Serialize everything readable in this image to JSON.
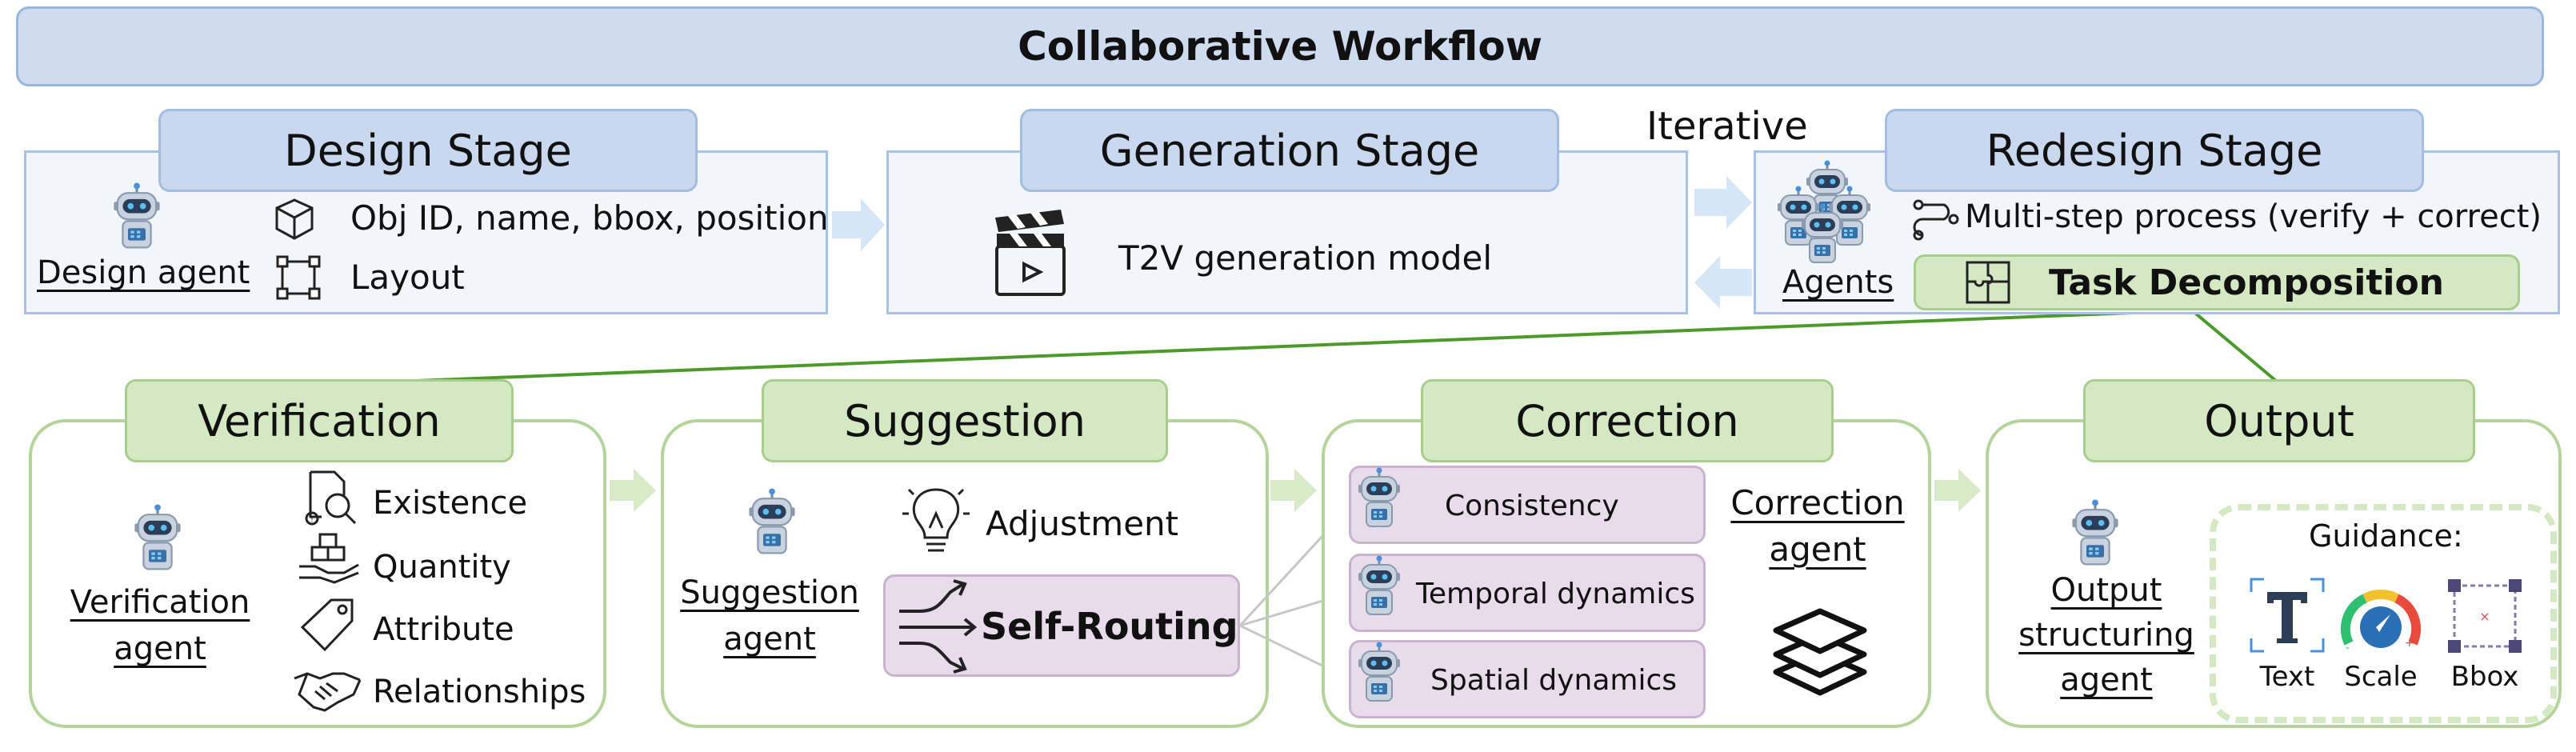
{
  "header": {
    "title": "Collaborative Workflow"
  },
  "iterative_label": "Iterative",
  "design_stage": {
    "title": "Design Stage",
    "agent": "Design agent",
    "items": [
      "Obj ID, name, bbox, position",
      "Layout"
    ]
  },
  "generation_stage": {
    "title": "Generation Stage",
    "item": "T2V generation model"
  },
  "redesign_stage": {
    "title": "Redesign Stage",
    "agent": "Agents",
    "process": "Multi-step process (verify + correct)",
    "task": "Task Decomposition"
  },
  "verification": {
    "title": "Verification",
    "agent_line1": "Verification",
    "agent_line2": "agent",
    "items": [
      "Existence",
      "Quantity",
      "Attribute",
      "Relationships"
    ]
  },
  "suggestion": {
    "title": "Suggestion",
    "agent_line1": "Suggestion",
    "agent_line2": "agent",
    "adjustment": "Adjustment",
    "self_routing": "Self-Routing"
  },
  "correction": {
    "title": "Correction",
    "agent_line1": "Correction",
    "agent_line2": "agent",
    "items": [
      "Consistency",
      "Temporal dynamics",
      "Spatial dynamics"
    ]
  },
  "output": {
    "title": "Output",
    "agent_line1": "Output",
    "agent_line2": "structuring",
    "agent_line3": "agent",
    "guidance_title": "Guidance:",
    "guidance_items": [
      "Text",
      "Scale",
      "Bbox"
    ]
  }
}
